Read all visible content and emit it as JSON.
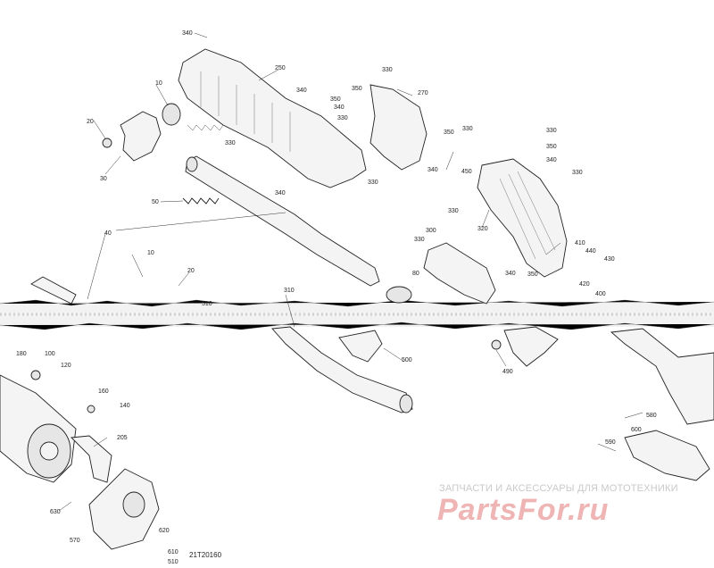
{
  "diagram": {
    "code": "21T20160",
    "callouts": [
      "340",
      "250",
      "330",
      "340",
      "350",
      "350",
      "270",
      "10",
      "330",
      "20",
      "340",
      "330",
      "330",
      "330",
      "350",
      "340",
      "30",
      "330",
      "330",
      "340",
      "450",
      "340",
      "350",
      "330",
      "320",
      "50",
      "330",
      "40",
      "300",
      "410",
      "440",
      "430",
      "10",
      "340",
      "350",
      "80",
      "420",
      "400",
      "20",
      "510",
      "310",
      "180",
      "100",
      "120",
      "490",
      "500",
      "160",
      "140",
      "205",
      "580",
      "590",
      "600",
      "630",
      "610",
      "570",
      "620",
      "510"
    ]
  },
  "watermark": {
    "caption": "ЗАПЧАСТИ И АКСЕССУАРЫ ДЛЯ МОТОТЕХНИКИ",
    "logo": "PartsFor.ru"
  }
}
